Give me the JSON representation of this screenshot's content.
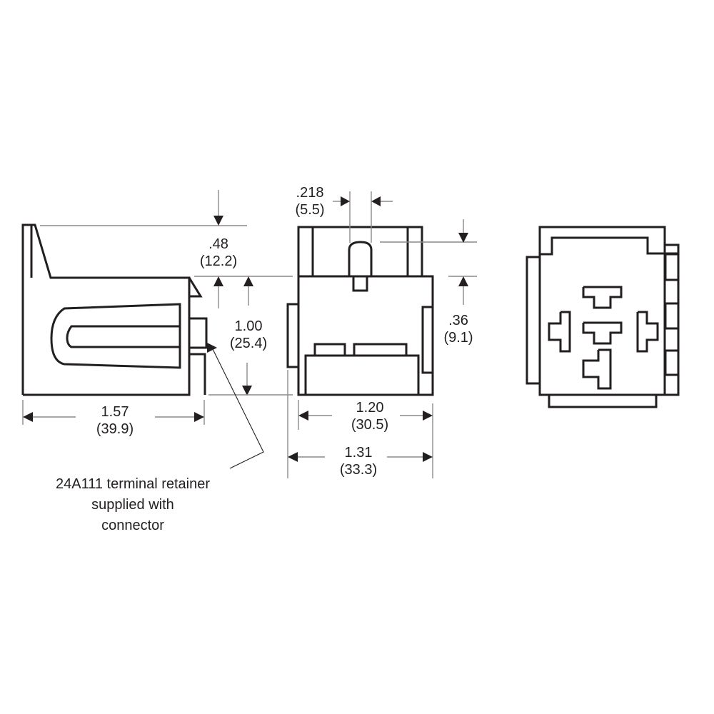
{
  "drawing": {
    "views": [
      "side-view",
      "front-view",
      "end-view"
    ],
    "line_color": "#231f20",
    "dimension_line_color": "#8a8a8a"
  },
  "dimensions": {
    "top_offset": {
      "in": ".48",
      "mm": "(12.2)"
    },
    "height": {
      "in": "1.00",
      "mm": "(25.4)"
    },
    "side_length": {
      "in": "1.57",
      "mm": "(39.9)"
    },
    "latch_width": {
      "in": ".218",
      "mm": "(5.5)"
    },
    "latch_height": {
      "in": ".36",
      "mm": "(9.1)"
    },
    "body_width": {
      "in": "1.20",
      "mm": "(30.5)"
    },
    "overall_width": {
      "in": "1.31",
      "mm": "(33.3)"
    }
  },
  "callout": {
    "line1": "24A111 terminal retainer",
    "line2": "supplied with",
    "line3": "connector"
  }
}
